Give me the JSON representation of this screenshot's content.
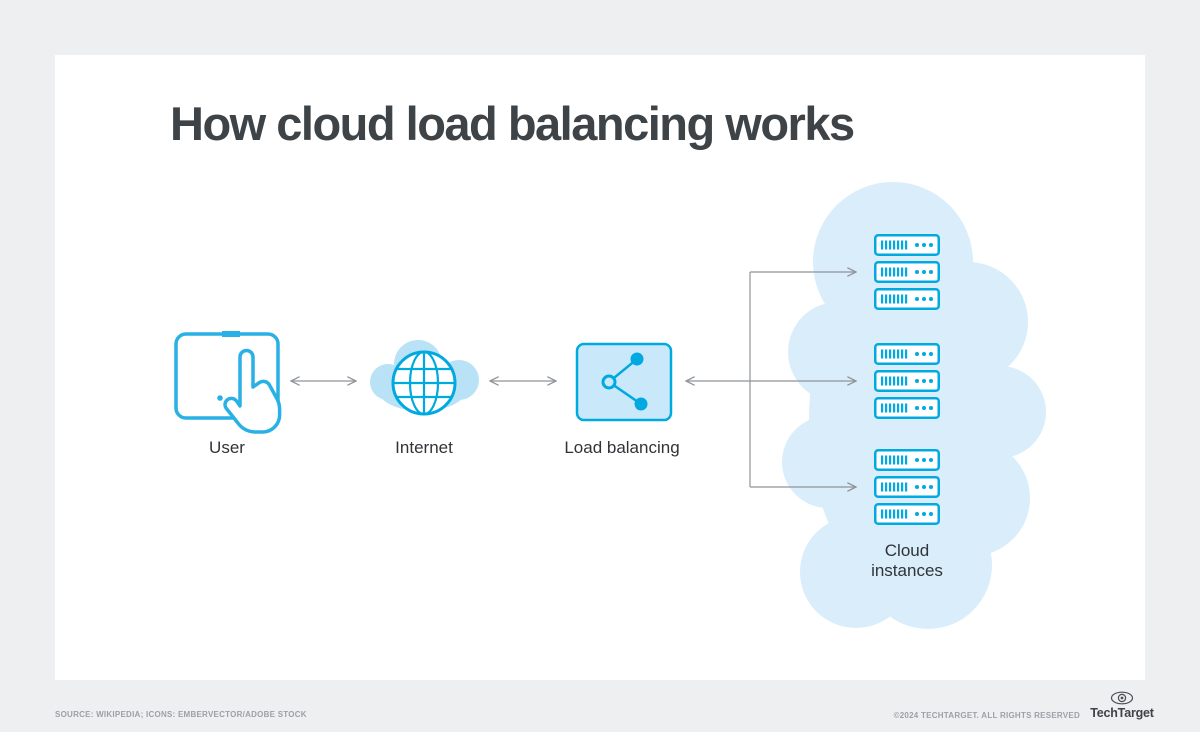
{
  "page": {
    "title": "How cloud load balancing works",
    "footer": {
      "source": "SOURCE: WIKIPEDIA; ICONS: EMBERVECTOR/ADOBE STOCK",
      "copyright": "©2024 TECHTARGET. ALL RIGHTS RESERVED",
      "brand": "TechTarget"
    }
  },
  "diagram": {
    "type": "flow",
    "nodes": {
      "user": {
        "label": "User",
        "icon": "tablet-touch-icon"
      },
      "internet": {
        "label": "Internet",
        "icon": "globe-with-cloud-icon"
      },
      "load_balancing": {
        "label": "Load balancing",
        "icon": "share-nodes-icon"
      },
      "cloud_instances": {
        "label": "Cloud instances",
        "icon": "server-rack-icon",
        "server_groups": 3,
        "servers_per_group": 3
      }
    },
    "connections": [
      {
        "from": "user",
        "to": "internet",
        "style": "double-arrow"
      },
      {
        "from": "internet",
        "to": "load_balancing",
        "style": "double-arrow"
      },
      {
        "from": "load_balancing",
        "to": "cloud_instances",
        "style": "fan-out",
        "branches": 3
      }
    ],
    "colors": {
      "primary_blue": "#00a9e0",
      "fill_blue_light": "#c9e9fa",
      "cloud_blue": "#d9edfa",
      "internet_cloud_blue": "#b9e2f6",
      "arrow_gray": "#8f9499",
      "title_gray": "#3e4347"
    }
  }
}
